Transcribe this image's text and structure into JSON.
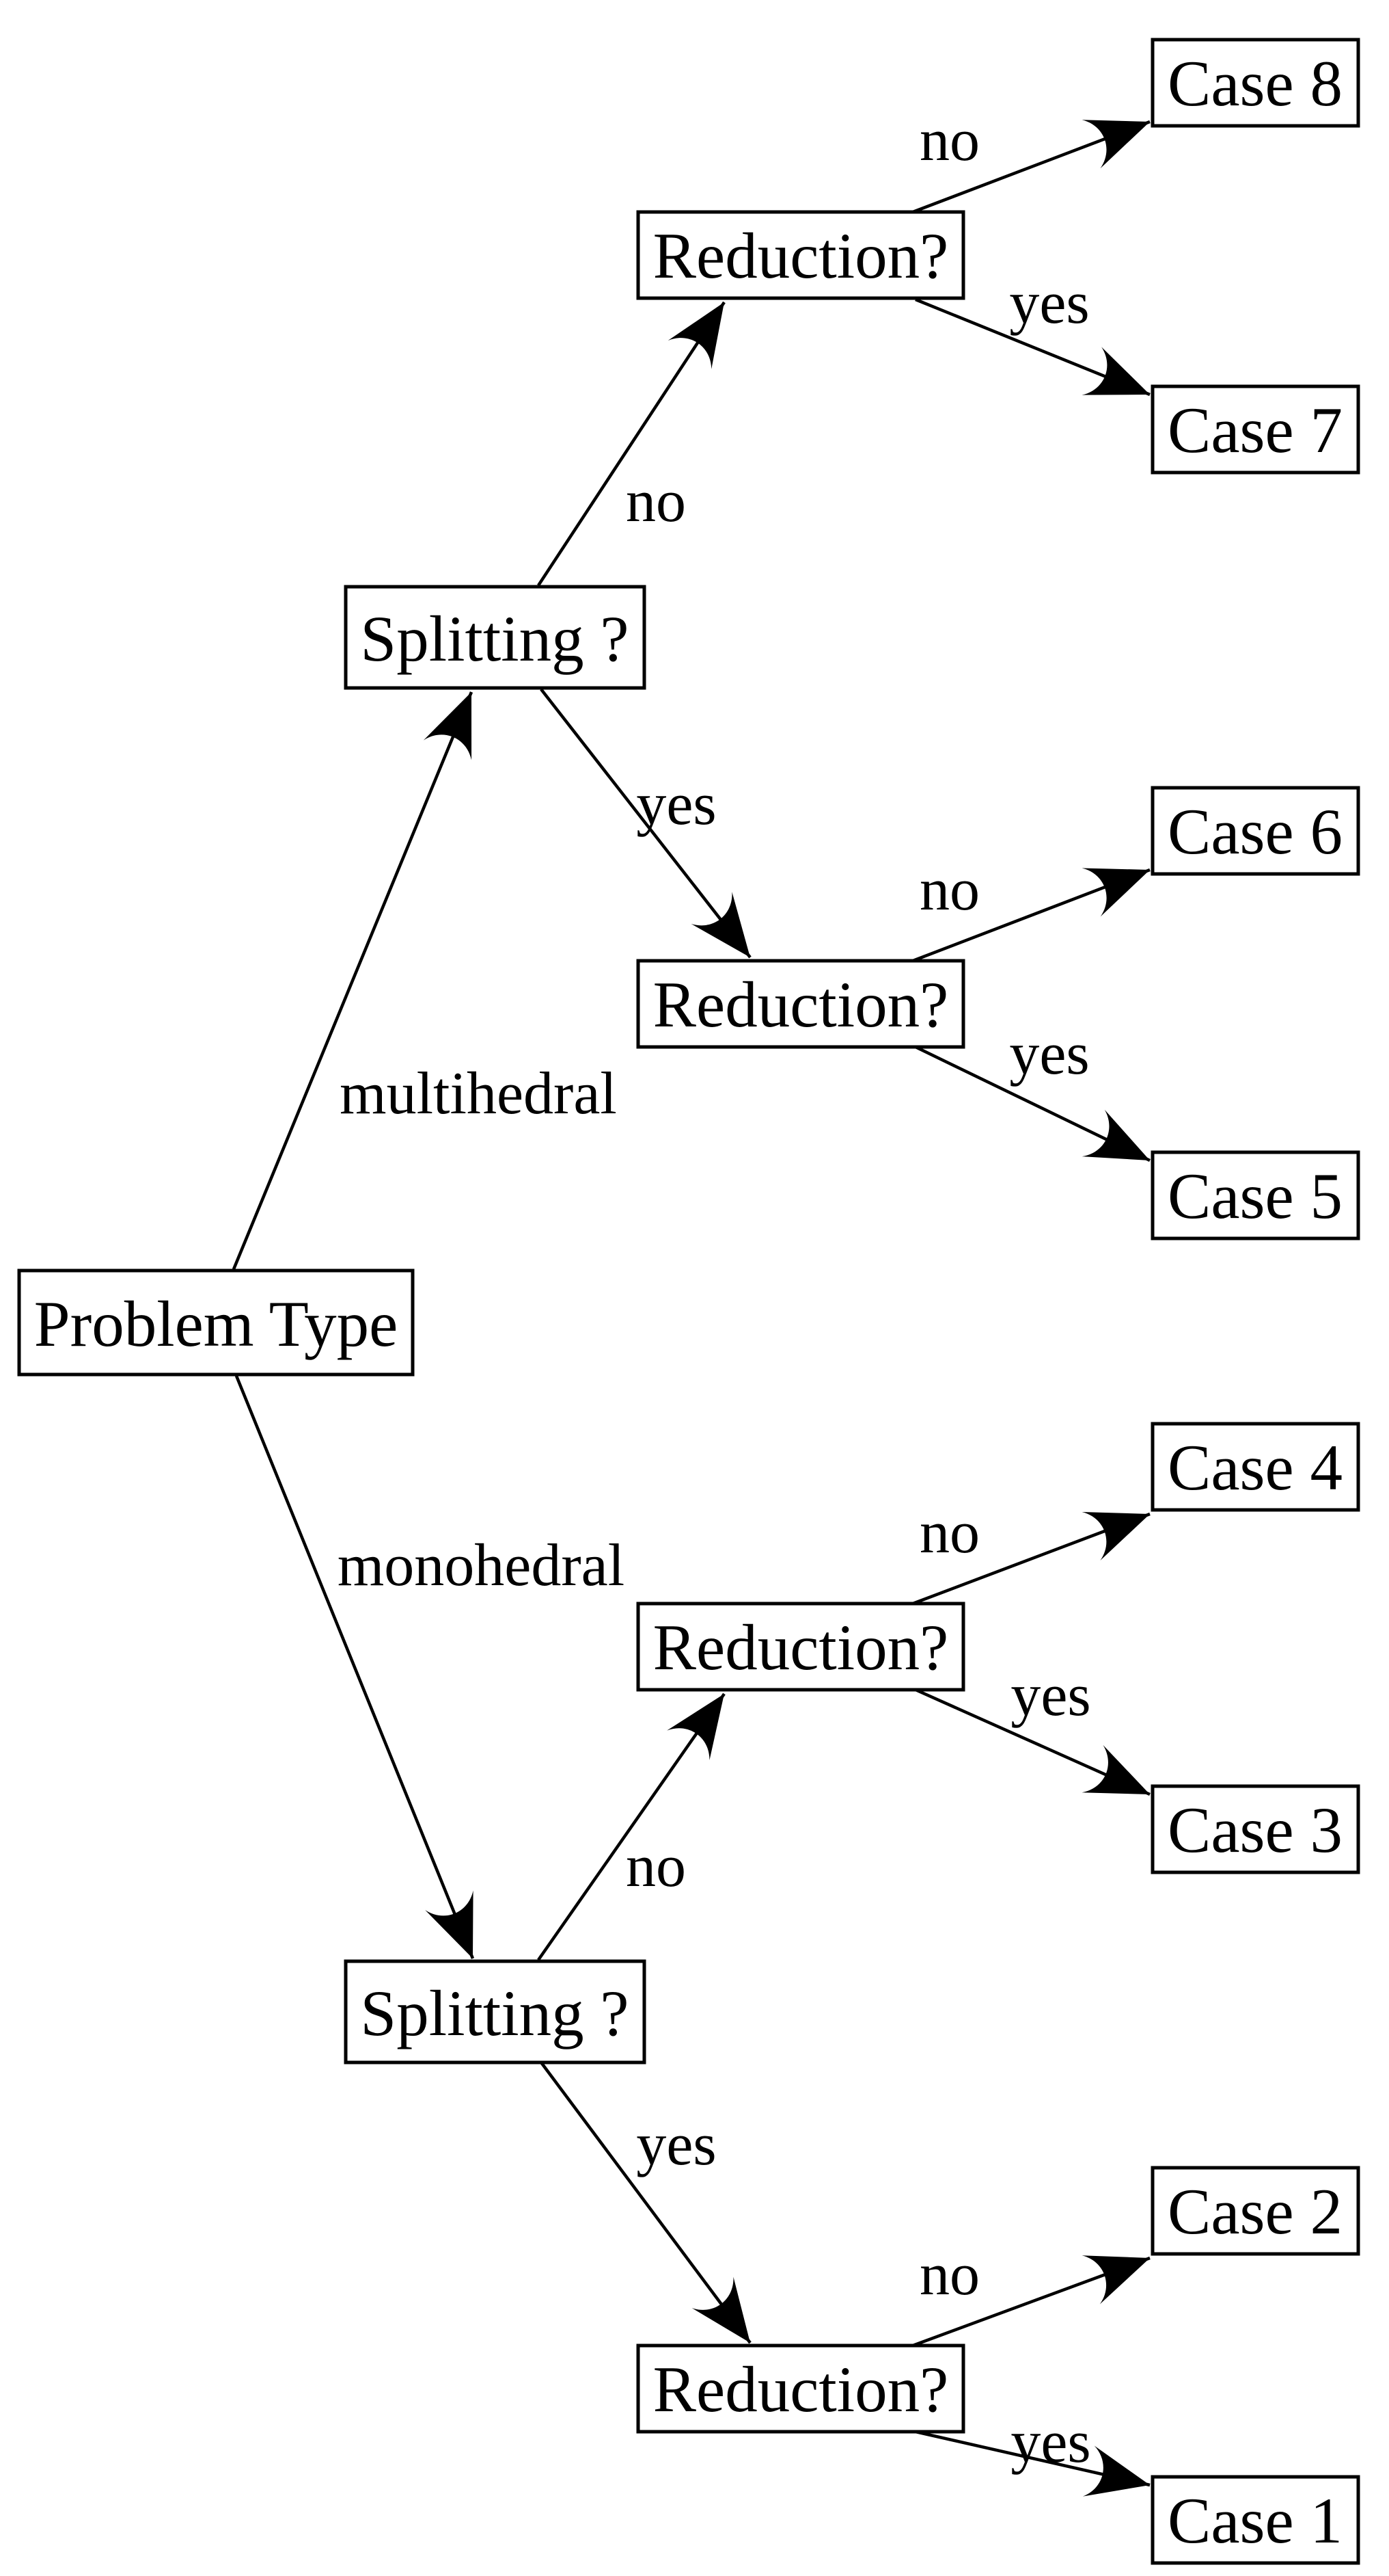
{
  "diagram": {
    "title": "Problem Type decision tree",
    "type": "decision-tree",
    "background_color": "#ffffff",
    "line_color": "#000000",
    "text_color": "#000000",
    "nodes": [
      {
        "id": "problem-type",
        "label": "Problem Type"
      },
      {
        "id": "splitting-top",
        "label": "Splitting ?"
      },
      {
        "id": "splitting-bottom",
        "label": "Splitting ?"
      },
      {
        "id": "reduction-top-no",
        "label": "Reduction?"
      },
      {
        "id": "reduction-top-yes",
        "label": "Reduction?"
      },
      {
        "id": "reduction-bottom-no",
        "label": "Reduction?"
      },
      {
        "id": "reduction-bottom-yes",
        "label": "Reduction?"
      },
      {
        "id": "case-8",
        "label": "Case 8"
      },
      {
        "id": "case-7",
        "label": "Case 7"
      },
      {
        "id": "case-6",
        "label": "Case 6"
      },
      {
        "id": "case-5",
        "label": "Case 5"
      },
      {
        "id": "case-4",
        "label": "Case 4"
      },
      {
        "id": "case-3",
        "label": "Case 3"
      },
      {
        "id": "case-2",
        "label": "Case 2"
      },
      {
        "id": "case-1",
        "label": "Case 1"
      }
    ],
    "edges": [
      {
        "from": "problem-type",
        "to": "splitting-top",
        "label": "multihedral"
      },
      {
        "from": "problem-type",
        "to": "splitting-bottom",
        "label": "monohedral"
      },
      {
        "from": "splitting-top",
        "to": "reduction-top-no",
        "label": "no"
      },
      {
        "from": "splitting-top",
        "to": "reduction-top-yes",
        "label": "yes"
      },
      {
        "from": "reduction-top-no",
        "to": "case-8",
        "label": "no"
      },
      {
        "from": "reduction-top-no",
        "to": "case-7",
        "label": "yes"
      },
      {
        "from": "reduction-top-yes",
        "to": "case-6",
        "label": "no"
      },
      {
        "from": "reduction-top-yes",
        "to": "case-5",
        "label": "yes"
      },
      {
        "from": "splitting-bottom",
        "to": "reduction-bottom-no",
        "label": "no"
      },
      {
        "from": "splitting-bottom",
        "to": "reduction-bottom-yes",
        "label": "yes"
      },
      {
        "from": "reduction-bottom-no",
        "to": "case-4",
        "label": "no"
      },
      {
        "from": "reduction-bottom-no",
        "to": "case-3",
        "label": "yes"
      },
      {
        "from": "reduction-bottom-yes",
        "to": "case-2",
        "label": "no"
      },
      {
        "from": "reduction-bottom-yes",
        "to": "case-1",
        "label": "yes"
      }
    ]
  }
}
